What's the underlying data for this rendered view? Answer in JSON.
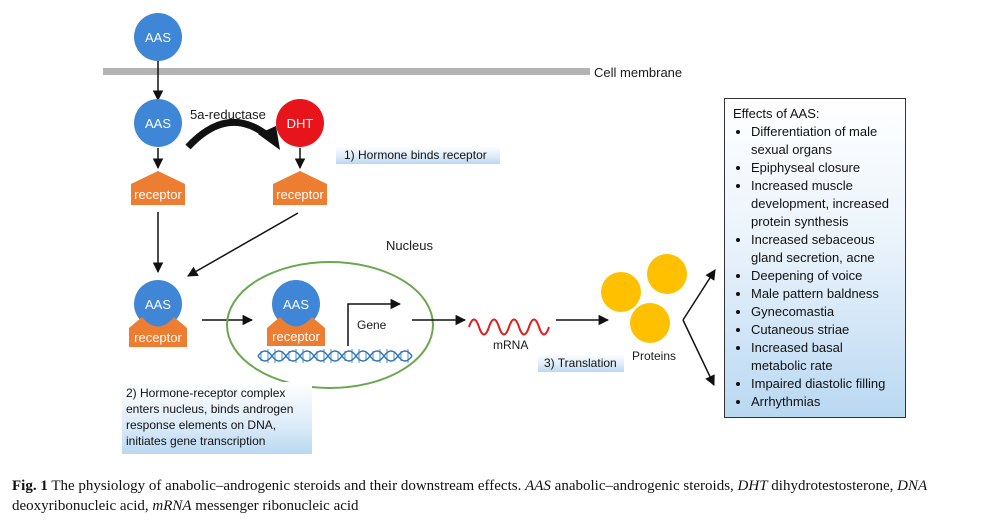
{
  "labels": {
    "aas": "AAS",
    "dht": "DHT",
    "receptor": "receptor",
    "cell_membrane": "Cell membrane",
    "reductase": "5a-reductase",
    "nucleus": "Nucleus",
    "gene": "Gene",
    "mrna": "mRNA",
    "proteins": "Proteins"
  },
  "notes": {
    "step1": "1) Hormone binds receptor",
    "step2": "2) Hormone-receptor  complex enters nucleus, binds androgen response elements on DNA, initiates gene transcription",
    "step3": "3) Translation"
  },
  "effects": {
    "title": "Effects of AAS:",
    "items": [
      "Differentiation of male sexual organs",
      "Epiphyseal closure",
      "Increased muscle development, increased protein synthesis",
      "Increased sebaceous gland secretion, acne",
      "Deepening of voice",
      "Male pattern baldness",
      "Gynecomastia",
      "Cutaneous striae",
      "Increased basal metabolic rate",
      "Impaired diastolic filling",
      "Arrhythmias"
    ]
  },
  "caption": {
    "label": "Fig. 1",
    "text": "The physiology of anabolic–androgenic steroids and their downstream effects.",
    "abbreviations": [
      {
        "term": "AAS",
        "definition": "anabolic–androgenic steroids,"
      },
      {
        "term": "DHT",
        "definition": "dihydrotestosterone,"
      },
      {
        "term": "DNA",
        "definition": "deoxyribonucleic acid,"
      },
      {
        "term": "mRNA",
        "definition": "messenger ribonucleic acid"
      }
    ]
  },
  "colors": {
    "aas_blue": "#3f87d6",
    "dht_red": "#e8141b",
    "receptor_orange": "#ed7d31",
    "membrane_gray": "#b3b3b3",
    "nucleus_green": "#6aa84f",
    "protein_yellow": "#ffc000",
    "mrna_red": "#e02020",
    "dna_blue": "#2e75b6"
  }
}
